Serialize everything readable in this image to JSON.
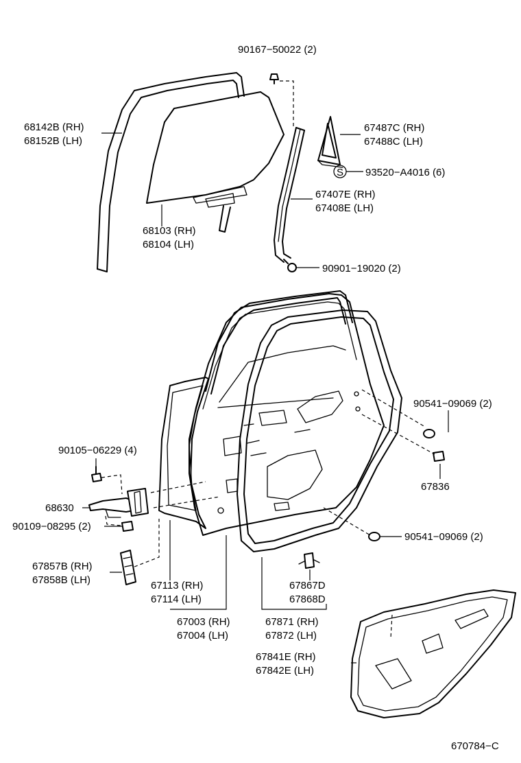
{
  "labels": {
    "l_90167": "90167−50022 (2)",
    "l_68142": "68142B (RH)",
    "l_68152": "68152B (LH)",
    "l_67487": "67487C (RH)",
    "l_67488": "67488C (LH)",
    "l_93520": "93520−A4016 (6)",
    "l_s": "S",
    "l_67407": "67407E (RH)",
    "l_67408": "67408E (LH)",
    "l_68103": "68103 (RH)",
    "l_68104": "68104 (LH)",
    "l_90901": "90901−19020 (2)",
    "l_90541a": "90541−09069 (2)",
    "l_90105": "90105−06229 (4)",
    "l_67836": "67836",
    "l_68630": "68630",
    "l_90109": "90109−08295 (2)",
    "l_90541b": "90541−09069 (2)",
    "l_67857": "67857B (RH)",
    "l_67858": "67858B (LH)",
    "l_67113": "67113 (RH)",
    "l_67114": "67114 (LH)",
    "l_67867": "67867D",
    "l_67868": "67868D",
    "l_67003": "67003 (RH)",
    "l_67004": "67004 (LH)",
    "l_67871": "67871 (RH)",
    "l_67872": "67872 (LH)",
    "l_67841": "67841E (RH)",
    "l_67842": "67842E (LH)",
    "l_code": "670784−C"
  }
}
